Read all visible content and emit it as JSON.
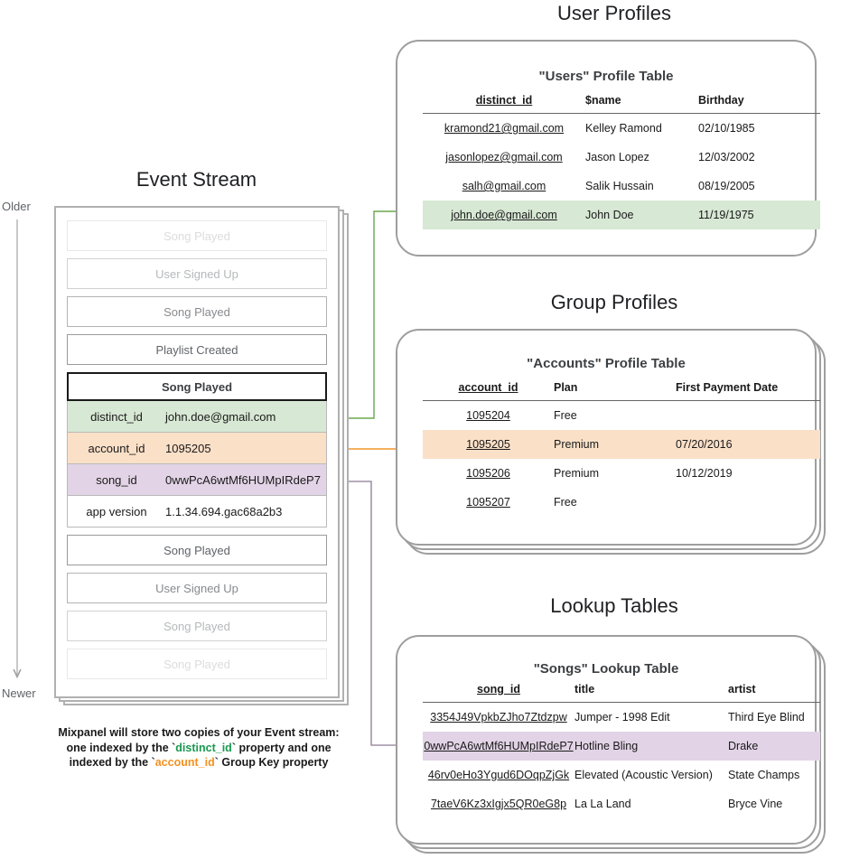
{
  "sections": {
    "event_stream": {
      "title": "Event Stream",
      "timeline": {
        "older": "Older",
        "newer": "Newer"
      },
      "events_before": [
        {
          "label": "Song Played",
          "fade": "fade-1"
        },
        {
          "label": "User Signed Up",
          "fade": "fade-2"
        },
        {
          "label": "Song Played",
          "fade": "fade-3"
        },
        {
          "label": "Playlist Created",
          "fade": "fade-4"
        }
      ],
      "expanded_event": {
        "name": "Song Played",
        "properties": [
          {
            "key": "distinct_id",
            "value": "john.doe@gmail.com",
            "highlight": "green"
          },
          {
            "key": "account_id",
            "value": "1095205",
            "highlight": "orange"
          },
          {
            "key": "song_id",
            "value": "0wwPcA6wtMf6HUMpIRdeP7",
            "highlight": "purple"
          },
          {
            "key": "app version",
            "value": "1.1.34.694.gac68a2b3",
            "highlight": "plain"
          }
        ]
      },
      "events_after": [
        {
          "label": "Song Played",
          "fade": "fade-4"
        },
        {
          "label": "User Signed Up",
          "fade": "fade-3"
        },
        {
          "label": "Song Played",
          "fade": "fade-2"
        },
        {
          "label": "Song Played",
          "fade": "fade-1"
        }
      ],
      "caption": {
        "line1": "Mixpanel will store two copies of your Event stream:",
        "line2_a": "one indexed by the `",
        "line2_token": "distinct_id",
        "line2_b": "` property and one",
        "line3_a": "indexed by the `",
        "line3_token": "account_id",
        "line3_b": "` Group Key property"
      }
    },
    "user_profiles": {
      "title": "User Profiles",
      "table_title": "\"Users\" Profile Table",
      "columns": [
        "distinct_id",
        "$name",
        "Birthday"
      ],
      "rows": [
        {
          "cells": [
            "kramond21@gmail.com",
            "Kelley Ramond",
            "02/10/1985"
          ],
          "highlight": ""
        },
        {
          "cells": [
            "jasonlopez@gmail.com",
            "Jason Lopez",
            "12/03/2002"
          ],
          "highlight": ""
        },
        {
          "cells": [
            "salh@gmail.com",
            "Salik Hussain",
            "08/19/2005"
          ],
          "highlight": ""
        },
        {
          "cells": [
            "john.doe@gmail.com",
            "John Doe",
            "11/19/1975"
          ],
          "highlight": "hl-green"
        }
      ]
    },
    "group_profiles": {
      "title": "Group Profiles",
      "table_title": "\"Accounts\" Profile Table",
      "columns": [
        "account_id",
        "Plan",
        "First Payment Date"
      ],
      "rows": [
        {
          "cells": [
            "1095204",
            "Free",
            ""
          ],
          "highlight": ""
        },
        {
          "cells": [
            "1095205",
            "Premium",
            "07/20/2016"
          ],
          "highlight": "hl-orange"
        },
        {
          "cells": [
            "1095206",
            "Premium",
            "10/12/2019"
          ],
          "highlight": ""
        },
        {
          "cells": [
            "1095207",
            "Free",
            ""
          ],
          "highlight": ""
        }
      ]
    },
    "lookup_tables": {
      "title": "Lookup Tables",
      "table_title": "\"Songs\" Lookup Table",
      "columns": [
        "song_id",
        "title",
        "artist"
      ],
      "rows": [
        {
          "cells": [
            "3354J49VpkbZJho7Ztdzpw",
            "Jumper - 1998 Edit",
            "Third Eye Blind"
          ],
          "highlight": ""
        },
        {
          "cells": [
            "0wwPcA6wtMf6HUMpIRdeP7",
            "Hotline Bling",
            "Drake"
          ],
          "highlight": "hl-purple"
        },
        {
          "cells": [
            "46rv0eHo3Ygud6DOqpZjGk",
            "Elevated (Acoustic Version)",
            "State Champs"
          ],
          "highlight": ""
        },
        {
          "cells": [
            "7taeV6Kz3xIgjx5QR0eG8p",
            "La La Land",
            "Bryce Vine"
          ],
          "highlight": ""
        }
      ]
    }
  },
  "colors": {
    "green_highlight": "#d7e8d4",
    "orange_highlight": "#fbe0c8",
    "purple_highlight": "#e2d4e6",
    "green_connector": "#6aa84f",
    "orange_connector": "#f0962a",
    "purple_connector": "#8c7a93",
    "card_border": "#9e9e9e",
    "text": "#1a1a1a"
  }
}
